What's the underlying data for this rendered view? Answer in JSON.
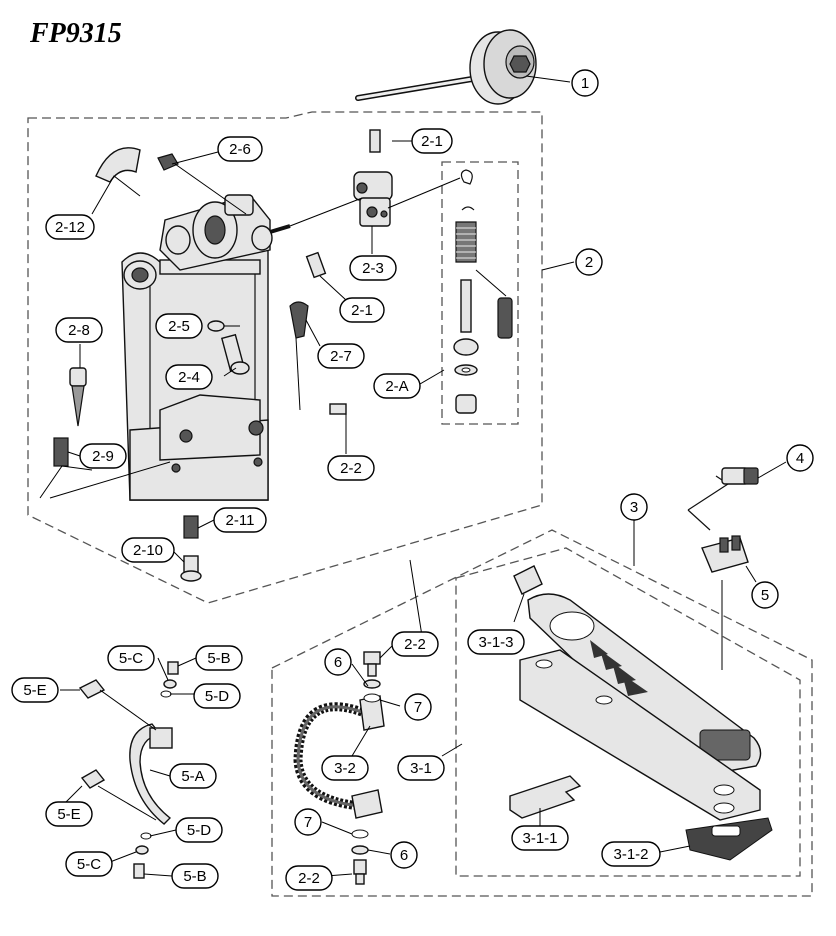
{
  "title": "FP9315",
  "labels": {
    "l1": "1",
    "l2": "2",
    "l3": "3",
    "l4": "4",
    "l5": "5",
    "l2_1a": "2-1",
    "l2_1b": "2-1",
    "l2_2a": "2-2",
    "l2_2b": "2-2",
    "l2_2c": "2-2",
    "l2_3": "2-3",
    "l2_4": "2-4",
    "l2_5": "2-5",
    "l2_6": "2-6",
    "l2_7": "2-7",
    "l2_8": "2-8",
    "l2_9": "2-9",
    "l2_10": "2-10",
    "l2_11": "2-11",
    "l2_12": "2-12",
    "l2_A": "2-A",
    "l3_1": "3-1",
    "l3_1_1": "3-1-1",
    "l3_1_2": "3-1-2",
    "l3_1_3": "3-1-3",
    "l3_2": "3-2",
    "l5_A": "5-A",
    "l5_Ba": "5-B",
    "l5_Bb": "5-B",
    "l5_Ca": "5-C",
    "l5_Cb": "5-C",
    "l5_Da": "5-D",
    "l5_Db": "5-D",
    "l5_Ea": "5-E",
    "l5_Eb": "5-E",
    "l6a": "6",
    "l6b": "6",
    "l7a": "7",
    "l7b": "7"
  }
}
